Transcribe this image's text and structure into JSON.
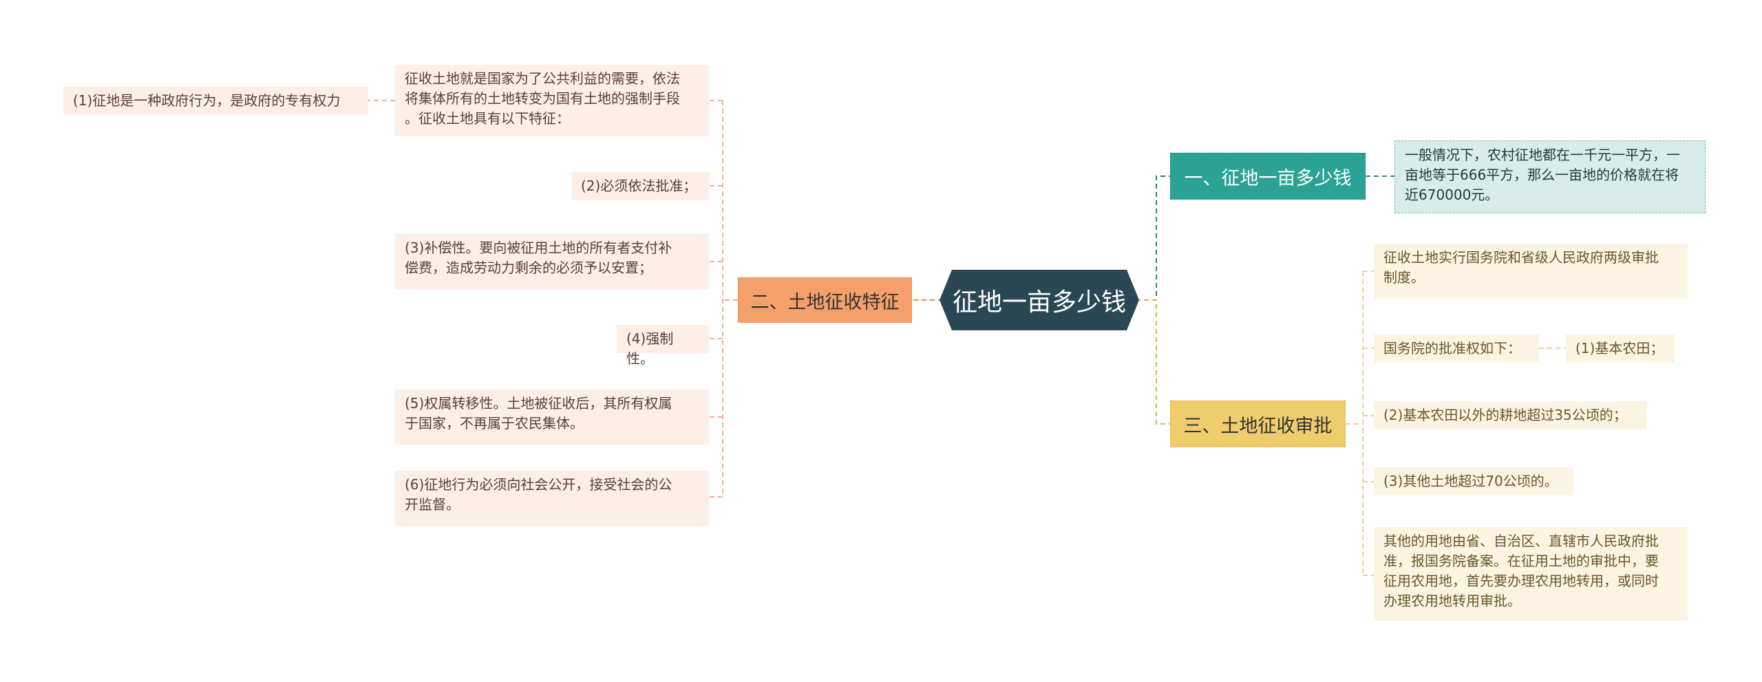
{
  "root": "征地一亩多少钱",
  "left_branch": {
    "label": "二、土地征收特征",
    "items": [
      "征收土地就是国家为了公共利益的需要，依法\n将集体所有的土地转变为国有土地的强制手段\n。征收土地具有以下特征：",
      "(2)必须依法批准；",
      "(3)补偿性。要向被征用土地的所有者支付补\n偿费，造成劳动力剩余的必须予以安置；",
      "(4)强制性。",
      "(5)权属转移性。土地被征收后，其所有权属\n于国家，不再属于农民集体。",
      "(6)征地行为必须向社会公开，接受社会的公\n开监督。"
    ],
    "sub_item": "(1)征地是一种政府行为，是政府的专有权力"
  },
  "right_branch_1": {
    "label": "一、征地一亩多少钱",
    "items": [
      "一般情况下，农村征地都在一千元一平方，一\n亩地等于666平方，那么一亩地的价格就在将\n近670000元。"
    ]
  },
  "right_branch_3": {
    "label": "三、土地征收审批",
    "items": [
      "征收土地实行国务院和省级人民政府两级审批\n制度。",
      "国务院的批准权如下：",
      "(2)基本农田以外的耕地超过35公顷的；",
      "(3)其他土地超过70公顷的。",
      "其他的用地由省、自治区、直辖市人民政府批\n准，报国务院备案。在征用土地的审批中，要\n征用农用地，首先要办理农用地转用，或同时\n办理农用地转用审批。"
    ],
    "sub_item": "(1)基本农田；"
  },
  "colors": {
    "root": "#2a4756",
    "orange": "#f5a06b",
    "teal": "#2aa394",
    "yellow": "#efcc6c",
    "left_leaf": "#fdeee6",
    "right_leaf": "#fbf4e3"
  }
}
